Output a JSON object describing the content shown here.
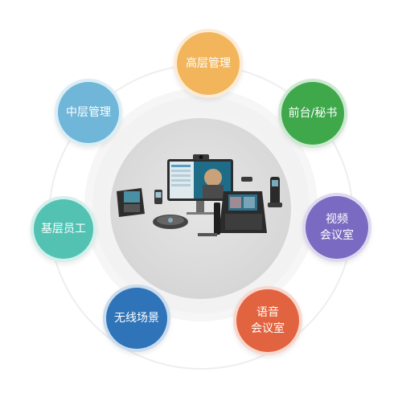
{
  "colors": {
    "senior_management": "#f2b55b",
    "middle_management": "#6fb6d8",
    "reception_secretary": "#3fa84b",
    "staff": "#53c2b3",
    "video_meeting_room": "#7b6ac1",
    "wireless_scenario": "#2f74b8",
    "voice_meeting_room": "#e2633f"
  },
  "nodes": {
    "senior_management": "高层管理",
    "middle_management": "中层管理",
    "reception_secretary": "前台/秘书",
    "staff": "基层员工",
    "video_meeting_room": "视频\n会议室",
    "wireless_scenario": "无线场景",
    "voice_meeting_room": "语音\n会议室"
  },
  "devices_image": {
    "items": [
      "desk-phone-large",
      "small-desk-phone",
      "conference-phone",
      "video-display",
      "video-camera",
      "touchscreen-phone",
      "cordless-phone"
    ]
  }
}
